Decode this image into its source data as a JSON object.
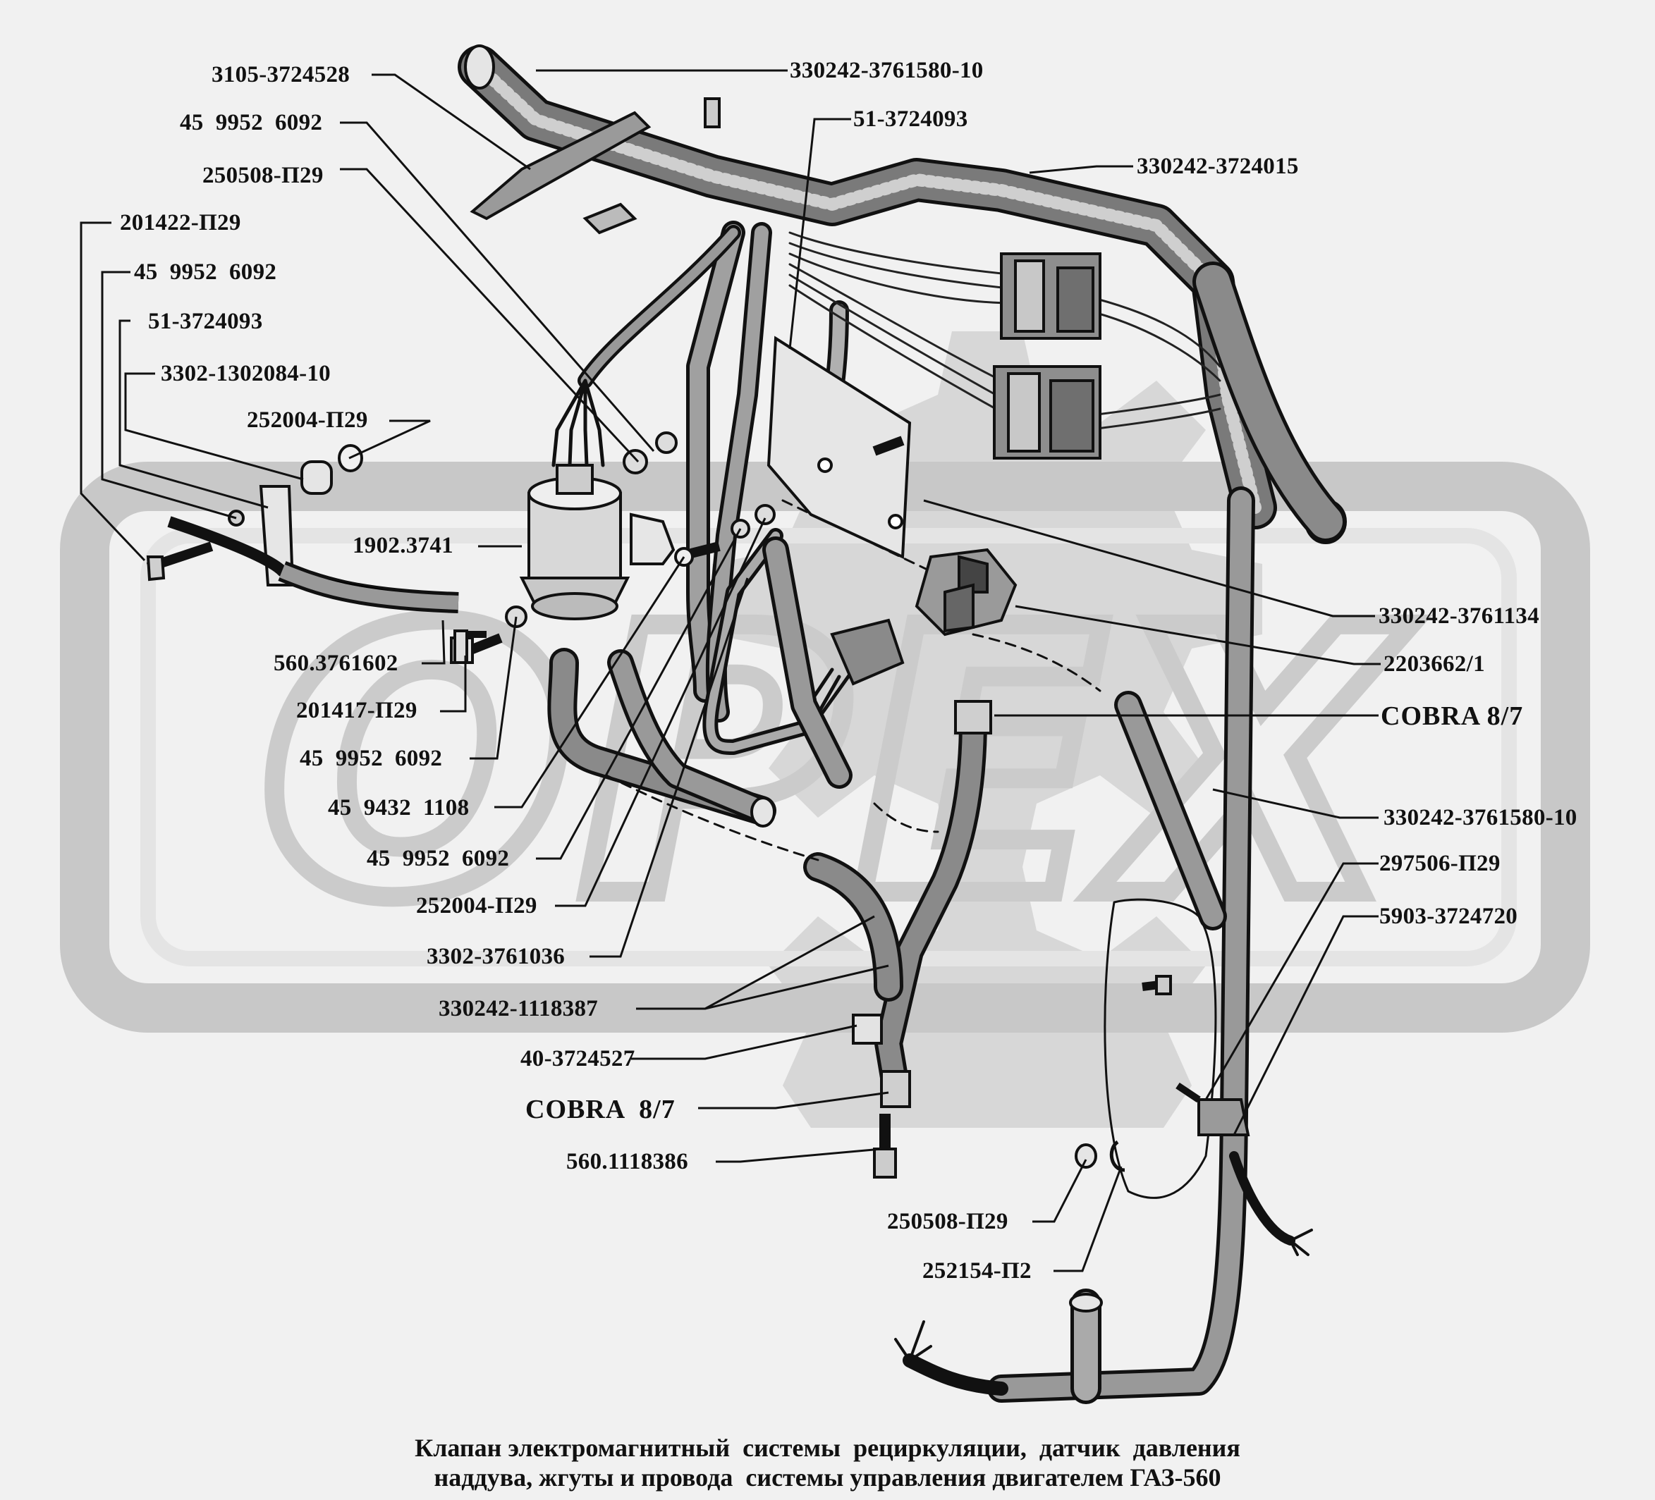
{
  "labels": {
    "l01": "3105-3724528",
    "l02": "45  9952  6092",
    "l03": "250508-П29",
    "l04": "201422-П29",
    "l05": "45  9952  6092",
    "l06": "51-3724093",
    "l07": "3302-1302084-10",
    "l08": "252004-П29",
    "l09": "1902.3741",
    "l10": "560.3761602",
    "l11": "201417-П29",
    "l12": "45  9952  6092",
    "l13": "45  9432  1108",
    "l14": "45  9952  6092",
    "l15": "252004-П29",
    "l16": "3302-3761036",
    "l17": "330242-1118387",
    "l18": "40-3724527",
    "l19": "COBRA  8/7",
    "l20": "560.1118386",
    "l21": "330242-3761580-10",
    "l22": "51-3724093",
    "l23": "330242-3724015",
    "l24": "330242-3761134",
    "l25": "2203662/1",
    "l26": "COBRA 8/7",
    "l27": "330242-3761580-10",
    "l28": "297506-П29",
    "l29": "5903-3724720",
    "l30": "250508-П29",
    "l31": "252154-П2"
  },
  "caption": {
    "line1": "Клапан электромагнитный  системы  рециркуляции,  датчик  давления",
    "line2": "наддува, жгуты и провода  системы управления двигателем ГАЗ-560"
  },
  "watermark": "OPEX",
  "colors": {
    "ink": "#111111",
    "paper": "#f1f1f1",
    "watermark": "#cbcbcb"
  }
}
